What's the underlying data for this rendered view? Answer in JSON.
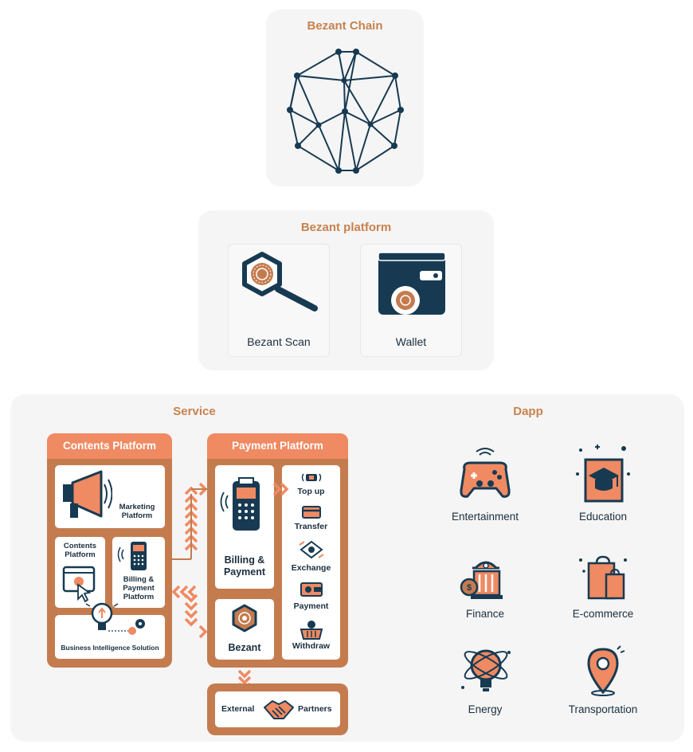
{
  "chain": {
    "title": "Bezant Chain",
    "icon": "network-polyhedron-icon"
  },
  "platform": {
    "title": "Bezant platform",
    "items": [
      {
        "label": "Bezant Scan",
        "icon": "magnifier-hexagon-icon"
      },
      {
        "label": "Wallet",
        "icon": "wallet-icon"
      }
    ]
  },
  "service": {
    "title": "Service",
    "contents_platform": {
      "title": "Contents Platform",
      "marketing": "Marketing Platform",
      "contents": "Contents Platform",
      "billing": "Billing & Payment Platform",
      "bi": "Business Intelligence Solution"
    },
    "payment_platform": {
      "title": "Payment Platform",
      "billing": "Billing & Payment",
      "bezant": "Bezant",
      "functions": [
        "Top up",
        "Transfer",
        "Exchange",
        "Payment",
        "Withdraw"
      ]
    },
    "external": {
      "left": "External",
      "right": "Partners"
    }
  },
  "dapp": {
    "title": "Dapp",
    "items": [
      {
        "label": "Entertainment",
        "icon": "gamepad-icon"
      },
      {
        "label": "Education",
        "icon": "graduation-cap-icon"
      },
      {
        "label": "Finance",
        "icon": "bank-icon"
      },
      {
        "label": "E-commerce",
        "icon": "shopping-bag-icon"
      },
      {
        "label": "Energy",
        "icon": "lightbulb-atom-icon"
      },
      {
        "label": "Transportation",
        "icon": "map-pin-icon"
      }
    ]
  },
  "colors": {
    "accent": "#ef8a63",
    "brown": "#c47c4f",
    "navy": "#1a3a52",
    "title": "#c8824f"
  }
}
